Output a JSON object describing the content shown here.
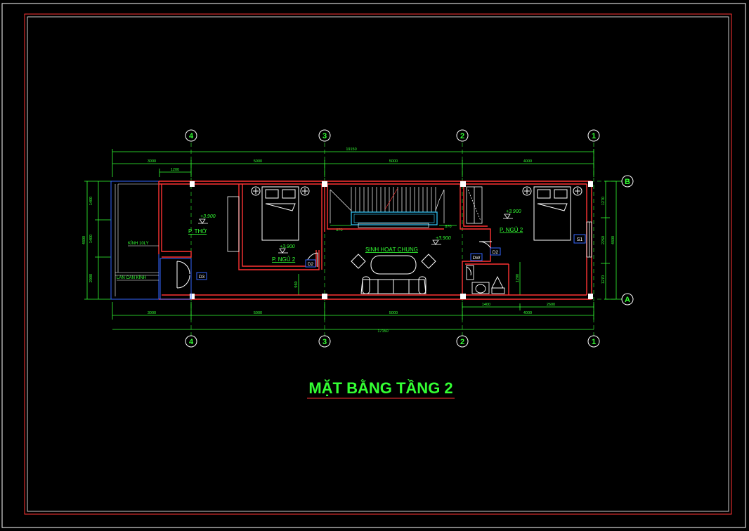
{
  "colors": {
    "background": "#000000",
    "wall": "#ff3333",
    "dimension": "#33ff33",
    "grid_bubble": "#33ff33",
    "furniture": "#ffffff",
    "window_glass": "#33ccff",
    "tag": "#3366ff",
    "frame_outer": "#ffffff",
    "frame_inner": "#ff3333"
  },
  "title": "MẶT BẰNG TẦNG 2",
  "grid_axes": {
    "columns": [
      "4",
      "3",
      "2",
      "1"
    ],
    "rows": [
      "B",
      "A"
    ]
  },
  "rooms": {
    "p_tho": "P. THỜ",
    "p_ngu_left": "P. NGỦ 2",
    "p_ngu_right": "P. NGỦ 2",
    "sinh_hoat": "SINH HOẠT CHUNG",
    "kinh": "KÍNH 10LY",
    "lan_can": "LAN CAN KÍNH"
  },
  "levels": {
    "l1": "+3.900",
    "l2": "+3.900",
    "l3": "+3.900",
    "l4": "+3.900"
  },
  "tags": {
    "d_left": "D3",
    "d_mid": "D2",
    "dw": "DW",
    "d_right": "D2",
    "s": "S1"
  },
  "dims": {
    "top_total": "19150",
    "top_a": "3000",
    "top_b": "5000",
    "top_c": "5000",
    "top_d": "4000",
    "top_small": "1200",
    "bot_total": "17150",
    "bot_a": "3000",
    "bot_b": "5000",
    "bot_c": "5000",
    "bot_d": "4000",
    "bot_e": "1400",
    "bot_f": "2600",
    "left_total": "4800",
    "left_a": "1400",
    "left_b": "1400",
    "left_c": "2000",
    "right_total": "4800",
    "right_a": "1270",
    "right_b": "2260",
    "right_c": "1270",
    "inner_a": "870",
    "inner_b": "870",
    "inner_c": "1200",
    "inner_d": "960"
  }
}
